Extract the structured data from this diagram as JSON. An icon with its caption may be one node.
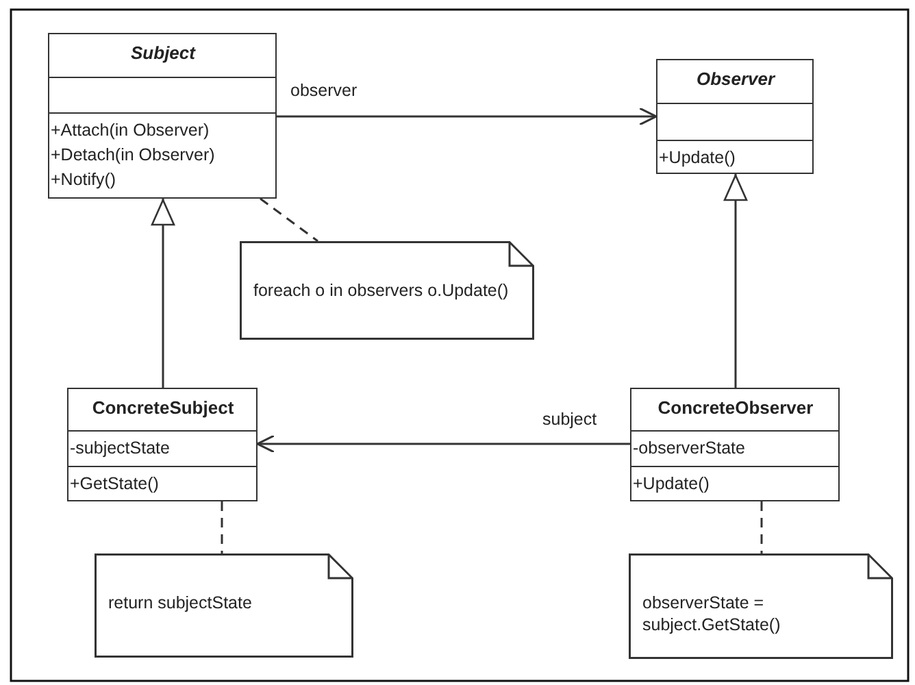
{
  "diagram": {
    "nodes": [
      {
        "text": [
          "Subject",
          "+Attach(in Observer)",
          "+Detach(in Observer)",
          "+Notify()"
        ]
      },
      {
        "text": [
          "Observer",
          "+Update()"
        ]
      },
      {
        "text": [
          "foreach o in observers o.Update()"
        ]
      },
      {
        "text": [
          "ConcreteSubject",
          "-subjectState",
          "+GetState()"
        ]
      },
      {
        "text": [
          "ConcreteObserver",
          "-observerState",
          "+Update()"
        ]
      },
      {
        "text": [
          "return subjectState"
        ]
      },
      {
        "text": [
          "observerState = subject.GetState()"
        ]
      }
    ],
    "edges": [
      {
        "from": 0,
        "to": 1,
        "arrow": "to",
        "label": "observer"
      },
      {
        "from": 3,
        "to": 0,
        "arrow": "to"
      },
      {
        "from": 4,
        "to": 1,
        "arrow": "to"
      },
      {
        "from": 4,
        "to": 3,
        "arrow": "to",
        "label": "subject"
      },
      {
        "from": 0,
        "to": 2,
        "arrow": "none",
        "style": "dashed"
      },
      {
        "from": 3,
        "to": 5,
        "arrow": "none",
        "style": "dashed"
      },
      {
        "from": 4,
        "to": 6,
        "arrow": "none",
        "style": "dashed"
      }
    ]
  }
}
